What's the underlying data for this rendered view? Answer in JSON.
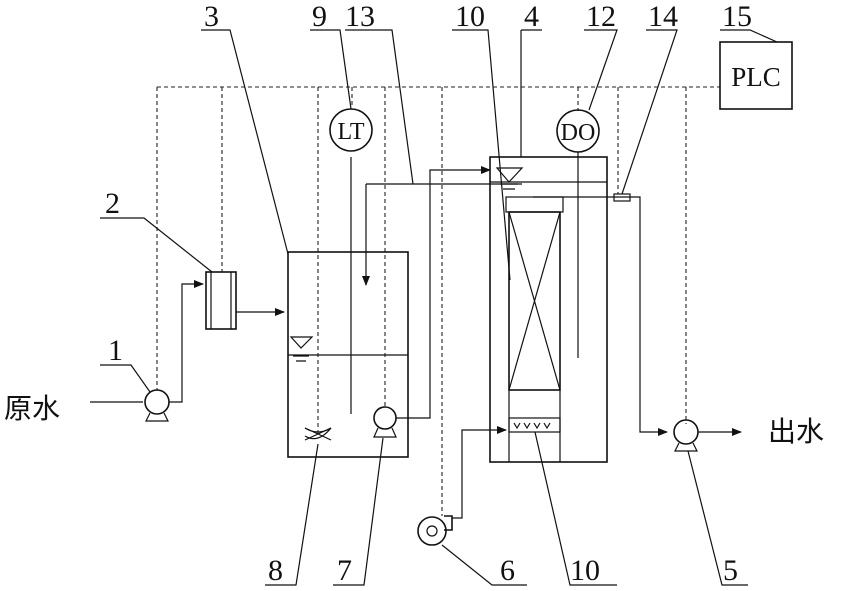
{
  "labels": {
    "raw_water": "原水",
    "effluent": "出水",
    "plc": "PLC",
    "lt": "LT",
    "do": "DO"
  },
  "callouts": {
    "n1": "1",
    "n2": "2",
    "n3": "3",
    "n4": "4",
    "n5": "5",
    "n6": "6",
    "n7": "7",
    "n8": "8",
    "n9": "9",
    "n10_top": "10",
    "n10_bottom": "10",
    "n12": "12",
    "n13": "13",
    "n14": "14",
    "n15": "15"
  }
}
